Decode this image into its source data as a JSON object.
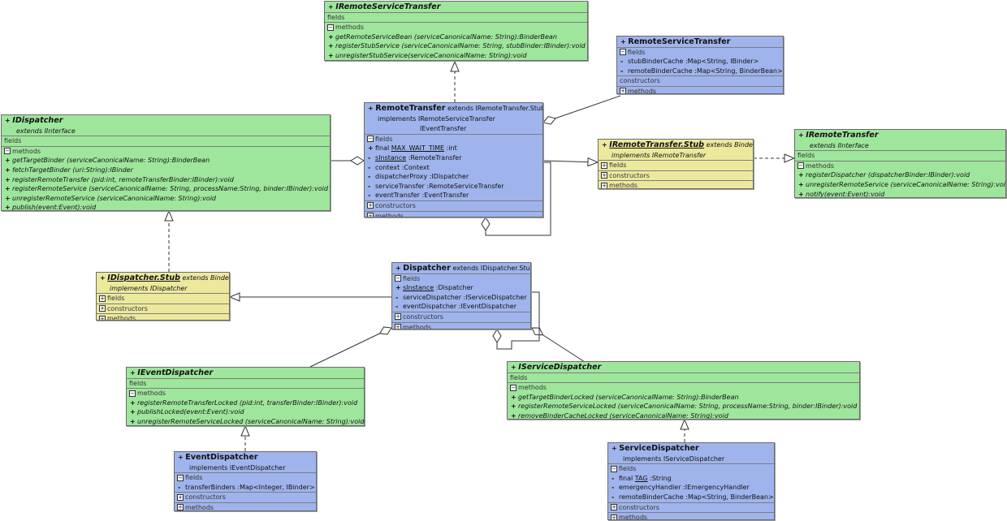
{
  "classes": {
    "IRemoteServiceTransfer": {
      "marker": "+",
      "name": "IRemoteServiceTransfer",
      "fields_label": "fields",
      "methods_label": "methods",
      "methods": [
        {
          "vis": "+",
          "text": "getRemoteServiceBean (serviceCanonicalName: String):BinderBean"
        },
        {
          "vis": "+",
          "text": "registerStubService (serviceCanonicalName: String,  stubBinder:IBinder):void"
        },
        {
          "vis": "+",
          "text": "unregisterStubService(serviceCanonicalName: String):void"
        }
      ]
    },
    "RemoteServiceTransfer": {
      "marker": "+",
      "name": "RemoteServiceTransfer",
      "fields_label": "fields",
      "fields": [
        {
          "vis": "-",
          "text": "stubBinderCache :Map<String, IBinder>"
        },
        {
          "vis": "-",
          "text": "remoteBinderCache :Map<String, BinderBean>"
        }
      ],
      "constructors_label": "constructors",
      "methods_label": "methods"
    },
    "IDispatcher": {
      "marker": "+",
      "name": "IDispatcher",
      "extends": "extends  IInterface",
      "fields_label": "fields",
      "methods_label": "methods",
      "methods": [
        {
          "vis": "+",
          "text": "getTargetBinder (serviceCanonicalName: String):BinderBean"
        },
        {
          "vis": "+",
          "text": "fetchTargetBinder (uri:String):IBinder"
        },
        {
          "vis": "+",
          "text": "registerRemoteTransfer (pid:int,  remoteTransferBinder:IBinder):void"
        },
        {
          "vis": "+",
          "text": "registerRemoteService (serviceCanonicalName: String,  processName:String,  binder:IBinder):void"
        },
        {
          "vis": "+",
          "text": "unregisterRemoteService (serviceCanonicalName: String):void"
        },
        {
          "vis": "+",
          "text": "publish(event:Event):void"
        }
      ]
    },
    "RemoteTransfer": {
      "marker": "+",
      "name": "RemoteTransfer",
      "extends": "extends  IRemoteTransfer.Stub",
      "implements": "implements  IRemoteServiceTransfer",
      "implements2": "IEventTransfer",
      "fields_label": "fields",
      "fields": [
        {
          "vis": "+",
          "prefix": "final  ",
          "name": "MAX_WAIT_TIME",
          "type": " :int",
          "static": true
        },
        {
          "vis": "-",
          "prefix": "",
          "name": "sInstance",
          "type": " :RemoteTransfer",
          "static": true
        },
        {
          "vis": "-",
          "prefix": "",
          "name": "context",
          "type": " :Context",
          "static": false
        },
        {
          "vis": "-",
          "prefix": "",
          "name": "dispatcherProxy",
          "type": " :IDispatcher",
          "static": false
        },
        {
          "vis": "-",
          "prefix": "",
          "name": "serviceTransfer",
          "type": " :RemoteServiceTransfer",
          "static": false
        },
        {
          "vis": "-",
          "prefix": "",
          "name": "eventTransfer",
          "type": " :EventTransfer",
          "static": false
        }
      ],
      "constructors_label": "constructors",
      "methods_label": "methods"
    },
    "IRemoteTransferStub": {
      "marker": "+",
      "name": "IRemoteTransfer.Stub",
      "extends": "extends  Binder",
      "implements": "implements  IRemoteTransfer",
      "fields_label": "fields",
      "constructors_label": "constructors",
      "methods_label": "methods"
    },
    "IRemoteTransfer": {
      "marker": "+",
      "name": "IRemoteTransfer",
      "extends": "extends  IInterface",
      "fields_label": "fields",
      "methods_label": "methods",
      "methods": [
        {
          "vis": "+",
          "text": "registerDispatcher (dispatcherBinder:IBinder):void"
        },
        {
          "vis": "+",
          "text": "unregisterRemoteService (serviceCanonicalName: String):void"
        },
        {
          "vis": "+",
          "text": "notify(event:Event):void"
        }
      ]
    },
    "IDispatcherStub": {
      "marker": "+",
      "name": "IDispatcher.Stub",
      "extends": "extends  Binder",
      "implements": "implements  IDispatcher",
      "fields_label": "fields",
      "constructors_label": "constructors",
      "methods_label": "methods"
    },
    "Dispatcher": {
      "marker": "+",
      "name": "Dispatcher",
      "extends": "extends  IDispatcher.Stub",
      "fields_label": "fields",
      "fields": [
        {
          "vis": "+",
          "name": "sInstance",
          "type": " :Dispatcher",
          "static": true
        },
        {
          "vis": "-",
          "name": "serviceDispatcher",
          "type": " :IServiceDispatcher",
          "static": false
        },
        {
          "vis": "-",
          "name": "eventDispatcher",
          "type": " :IEventDispatcher",
          "static": false
        }
      ],
      "constructors_label": "constructors",
      "methods_label": "methods"
    },
    "IEventDispatcher": {
      "marker": "+",
      "name": "IEventDispatcher",
      "fields_label": "fields",
      "methods_label": "methods",
      "methods": [
        {
          "vis": "+",
          "text": "registerRemoteTransferLocked (pid:int,  transferBinder:IBinder):void"
        },
        {
          "vis": "+",
          "text": "publishLocked(event:Event):void"
        },
        {
          "vis": "+",
          "text": "unregisterRemoteServiceLocked (serviceCanonicalName: String):void"
        }
      ]
    },
    "IServiceDispatcher": {
      "marker": "+",
      "name": "IServiceDispatcher",
      "fields_label": "fields",
      "methods_label": "methods",
      "methods": [
        {
          "vis": "+",
          "text": "getTargetBinderLocked (serviceCanonicalName: String):BinderBean"
        },
        {
          "vis": "+",
          "text": "registerRemoteServiceLocked (serviceCanonicalName: String,  processName:String,  binder:IBinder):void"
        },
        {
          "vis": "+",
          "text": "removeBinderCacheLocked (serviceCanonicalName: String):void"
        }
      ]
    },
    "EventDispatcher": {
      "marker": "+",
      "name": "EventDispatcher",
      "implements": "implements  IEventDispatcher",
      "fields_label": "fields",
      "fields": [
        {
          "vis": "-",
          "text": "transferBinders :Map<Integer, IBinder>"
        }
      ],
      "constructors_label": "constructors",
      "methods_label": "methods"
    },
    "ServiceDispatcher": {
      "marker": "+",
      "name": "ServiceDispatcher",
      "implements": "implements  IServiceDispatcher",
      "fields_label": "fields",
      "fields": [
        {
          "vis": "-",
          "prefix": "final  ",
          "name": "TAG",
          "type": " :String",
          "static": true
        },
        {
          "vis": "-",
          "prefix": "",
          "name": "emergencyHandler",
          "type": " :IEmergencyHandler",
          "static": false
        },
        {
          "vis": "-",
          "prefix": "",
          "name": "remoteBinderCache",
          "type": " :Map<String, BinderBean>",
          "static": false
        }
      ],
      "constructors_label": "constructors",
      "methods_label": "methods"
    }
  },
  "colors": {
    "interface": "#9ee69c",
    "class": "#9fb4ec",
    "stub": "#ece99d",
    "edge": "#333333"
  }
}
